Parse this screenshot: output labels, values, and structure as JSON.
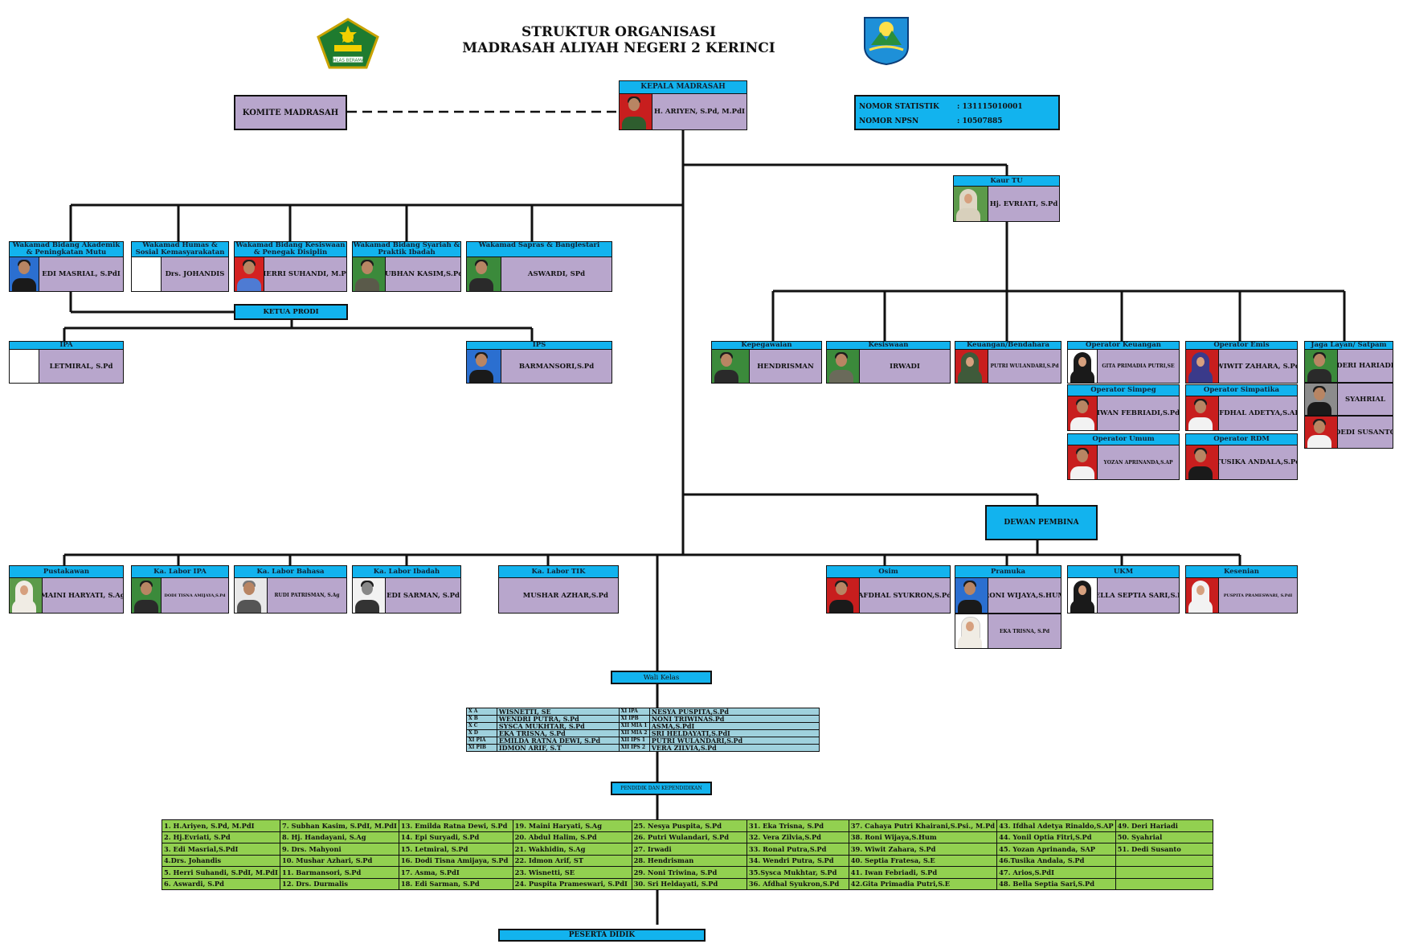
{
  "header": {
    "title_line1": "STRUKTUR ORGANISASI",
    "title_line2": "MADRASAH ALIYAH NEGERI 2 KERINCI"
  },
  "logos": {
    "left": {
      "icon": "kemenag-logo-icon",
      "text": "IKHLAS BERAMAL"
    },
    "right": {
      "icon": "kerinci-regency-logo-icon"
    }
  },
  "komite": "KOMITE MADRASAH",
  "kepala": {
    "title": "KEPALA MADRASAH",
    "name": "H. ARIYEN, S.Pd, M.PdI"
  },
  "statistik": {
    "nomor_statistik_label": "NOMOR STATISTIK",
    "nomor_statistik_value": ": 131115010001",
    "npsn_label": "NOMOR NPSN",
    "npsn_value": ": 10507885"
  },
  "kaur_tu": {
    "title": "Kaur TU",
    "name": "Hj. EVRIATI, S.Pd"
  },
  "wakamad": [
    {
      "title": "Wakamad Bidang Akademik & Peningkatan Mutu",
      "name": "EDI MASRIAL, S.PdI"
    },
    {
      "title": "Wakamad Humas & Sosial Kemasyarakatan",
      "name": "Drs. JOHANDIS"
    },
    {
      "title": "Wakamad Bidang Kesiswaan & Penegak Disiplin",
      "name": "HERRI SUHANDI, M.Pd"
    },
    {
      "title": "Wakamad Bidang Syariah & Praktik Ibadah",
      "name": "SUBHAN KASIM,S.PdI"
    },
    {
      "title": "Wakamad Sapras & Banglestari",
      "name": "ASWARDI, SPd"
    }
  ],
  "ketua_prodi": "KETUA PRODI",
  "prodi": [
    {
      "title": "IPA",
      "name": "LETMIRAL, S.Pd"
    },
    {
      "title": "IPS",
      "name": "BARMANSORI,S.Pd"
    }
  ],
  "tu_staff": [
    {
      "title": "Kepegawaian",
      "name": "HENDRISMAN"
    },
    {
      "title": "Kesiswaan",
      "name": "IRWADI"
    },
    {
      "title": "Keuangan/Bendahara",
      "name": "PUTRI WULANDARI,S.Pd"
    },
    {
      "title": "Operator Keuangan",
      "name": "GITA PRIMADIA PUTRI,SE"
    },
    {
      "title": "Operator Emis",
      "name": "WIWIT ZAHARA, S.Pd"
    },
    {
      "title": "Jaga Layan/ Satpam",
      "name": "DERI HARIADI"
    },
    {
      "title": "Operator Simpeg",
      "name": "IWAN FEBRIADI,S.Pd"
    },
    {
      "title": "Operator Simpatika",
      "name": "IFDHAL ADETYA,S.AP"
    },
    {
      "title": "Operator Umum",
      "name": "YOZAN APRINANDA,S.AP"
    },
    {
      "title": "Operator RDM",
      "name": "TUSIKA ANDALA,S.Pd"
    }
  ],
  "satpam_extra": [
    "SYAHRIAL",
    "DEDI SUSANTO"
  ],
  "dewan_pembina": "DEWAN PEMBINA",
  "unit_kiri": [
    {
      "title": "Pustakawan",
      "name": "MAINI HARYATI, S.Ag"
    },
    {
      "title": "Ka. Labor IPA",
      "name": "DODI TISNA AMIJAYA,S.Pd"
    },
    {
      "title": "Ka. Labor Bahasa",
      "name": "RUDI PATRISMAN, S.Ag"
    },
    {
      "title": "Ka. Labor Ibadah",
      "name": "EDI SARMAN, S.Pd"
    },
    {
      "title": "Ka. Labor TIK",
      "name": "MUSHAR AZHAR,S.Pd"
    }
  ],
  "pembina": [
    {
      "title": "Osim",
      "name": "AFDHAL SYUKRON,S.Pd"
    },
    {
      "title": "Pramuka",
      "name": "RONI WIJAYA,S.HUM"
    },
    {
      "title": "UKM",
      "name": "BELLA SEPTIA SARI,S.Pd"
    },
    {
      "title": "Kesenian",
      "name": "PUSPITA PRAMESWARI, S.PdI"
    }
  ],
  "pramuka_extra": "EKA TRISNA, S.Pd",
  "wali_kelas": {
    "title": "Wali Kelas",
    "rows": [
      [
        "X A",
        "WISNETTI, SE",
        "XI IPA",
        "NESYA PUSPITA,S.Pd"
      ],
      [
        "X B",
        "WENDRI PUTRA, S.Pd",
        "XI IPB",
        "NONI TRIWINAS.Pd"
      ],
      [
        "X C",
        "SYSCA MUKHTAR, S.Pd",
        "XII MIA 1",
        "ASMA,S.PdI"
      ],
      [
        "X D",
        "EKA TRISNA, S.Pd",
        "XII MIA 2",
        "SRI HELDAYATI,S.PdI"
      ],
      [
        "XI PIA",
        "EMILDA RATNA DEWI, S.Pd",
        "XII IPS 1",
        "PUTRI WULANDARI,S.Pd"
      ],
      [
        "XI PIB",
        "IDMON ARIF, S.T",
        "XII IPS 2",
        "VERA ZILVIA,S.Pd"
      ]
    ]
  },
  "pendidik": {
    "title": "PENDIDIK DAN KEPENDIDIKAN",
    "rows": [
      [
        "1. H.Ariyen, S.Pd, M.PdI",
        "7. Subhan Kasim, S.PdI, M.PdI",
        "13. Emilda Ratna Dewi, S.Pd",
        "19. Maini Haryati, S.Ag",
        "25. Nesya Puspita, S.Pd",
        "31. Eka Trisna, S.Pd",
        "37. Cahaya Putri Khairani,S.Psi., M.Pd",
        "43. Ifdhal Adetya Rinaldo,S.AP",
        "49. Deri Hariadi"
      ],
      [
        "2. Hj.Evriati, S.Pd",
        "8. Hj. Handayani, S.Ag",
        "14. Epi Suryadi, S.Pd",
        "20. Abdul Halim, S.Pd",
        "26. Putri Wulandari, S.Pd",
        "32. Vera Zilvia,S.Pd",
        "38. Roni Wijaya,S.Hum",
        "44. Yonil Optia Fitri,S.Pd",
        "50. Syahrial"
      ],
      [
        "3. Edi Masrial,S.PdI",
        "9. Drs. Mahyoni",
        "15. Letmiral, S.Pd",
        "21. Wakhidin, S.Ag",
        "27. Irwadi",
        "33. Ronal Putra,S.Pd",
        "39. Wiwit Zahara, S.Pd",
        "45. Yozan Aprinanda, SAP",
        "51. Dedi Susanto"
      ],
      [
        "4.Drs. Johandis",
        "10. Mushar Azhari, S.Pd",
        "16. Dodi Tisna Amijaya, S.Pd",
        "22. Idmon Arif, ST",
        "28. Hendrisman",
        "34. Wendri Putra, S.Pd",
        "40. Septia Fratesa, S.E",
        "46.Tusika Andala, S.Pd",
        ""
      ],
      [
        "5. Herri Suhandi, S.PdI, M.PdI",
        "11. Barmansori, S.Pd",
        "17. Asma, S.PdI",
        "23. Wisnetti, SE",
        "29. Noni Triwina, S.Pd",
        "35.Sysca Mukhtar, S.Pd",
        "41. Iwan Febriadi, S.Pd",
        "47. Arios,S.PdI",
        ""
      ],
      [
        "6. Aswardi, S.Pd",
        "12. Drs. Durmalis",
        "18. Edi Sarman, S.Pd",
        "24. Puspita Prameswari, S.PdI",
        "30. Sri Heldayati, S.Pd",
        "36. Afdhal Syukron,S.Pd",
        "42.Gita Primadia Putri,S.E",
        "48. Bella Septia Sari,S.Pd",
        ""
      ]
    ]
  },
  "peserta_didik": "PESERTA DIDIK",
  "colors": {
    "header_blue": "#12b3ee",
    "name_lilac": "#b8a6cc",
    "table_green": "#92d050",
    "table_lightblue": "#9fd1dd"
  }
}
